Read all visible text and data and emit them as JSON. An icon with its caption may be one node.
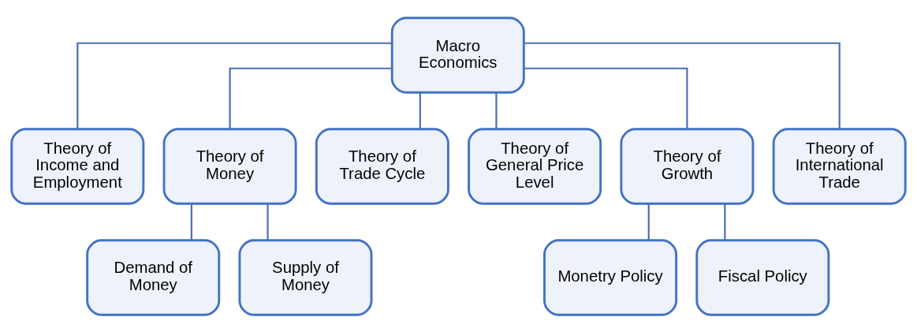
{
  "diagram": {
    "nodes": [
      {
        "text": [
          "Macro Economics"
        ]
      },
      {
        "text": [
          "Theory of Income and Employment"
        ]
      },
      {
        "text": [
          "Theory of Money"
        ]
      },
      {
        "text": [
          "Theory of Trade Cycle"
        ]
      },
      {
        "text": [
          "Theory of General Price Level"
        ]
      },
      {
        "text": [
          "Theory of Growth"
        ]
      },
      {
        "text": [
          "Theory of International Trade"
        ]
      },
      {
        "text": [
          "Demand of Money"
        ]
      },
      {
        "text": [
          "Supply of Money"
        ]
      },
      {
        "text": [
          "Monetry Policy"
        ]
      },
      {
        "text": [
          "Fiscal Policy"
        ]
      }
    ],
    "edges": [
      {
        "from": 0,
        "to": 1,
        "arrow": "none"
      },
      {
        "from": 0,
        "to": 2,
        "arrow": "none"
      },
      {
        "from": 0,
        "to": 3,
        "arrow": "none"
      },
      {
        "from": 0,
        "to": 4,
        "arrow": "none"
      },
      {
        "from": 0,
        "to": 5,
        "arrow": "none"
      },
      {
        "from": 0,
        "to": 6,
        "arrow": "none"
      },
      {
        "from": 2,
        "to": 7,
        "arrow": "none"
      },
      {
        "from": 2,
        "to": 8,
        "arrow": "none"
      },
      {
        "from": 5,
        "to": 9,
        "arrow": "none"
      },
      {
        "from": 5,
        "to": 10,
        "arrow": "none"
      }
    ]
  }
}
